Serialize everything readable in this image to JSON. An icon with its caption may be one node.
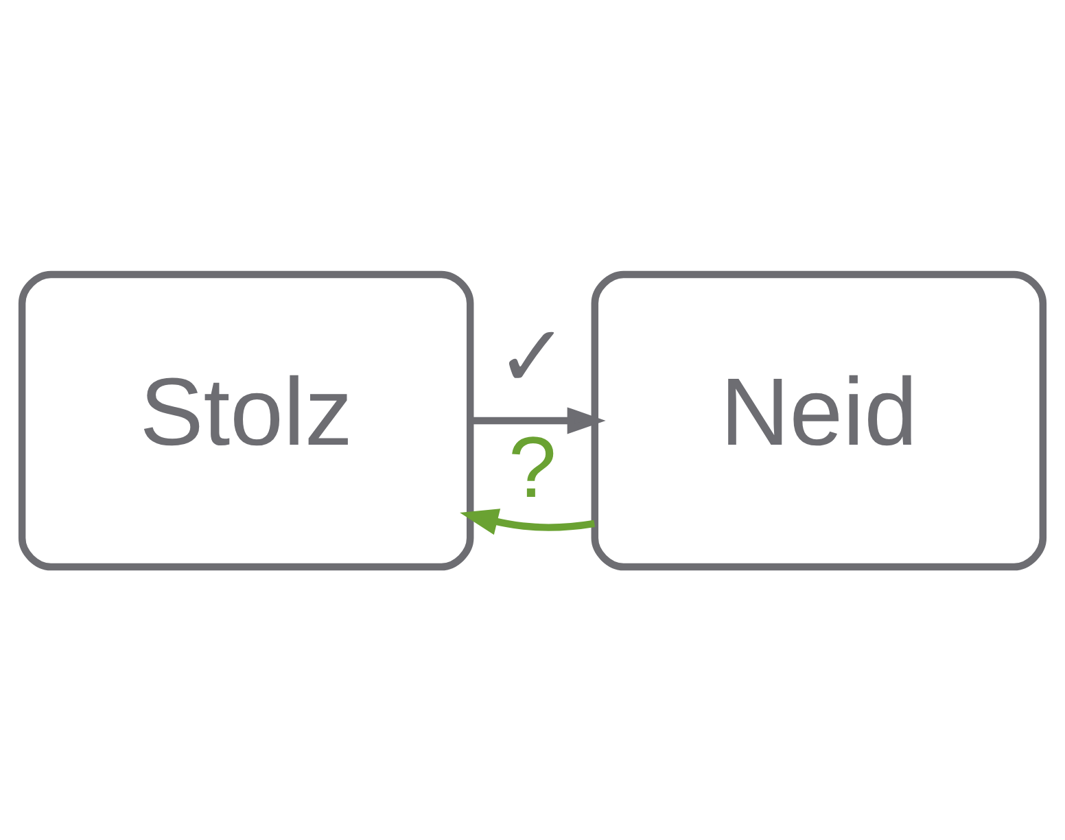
{
  "diagram": {
    "nodes": [
      {
        "text": [
          "Stolz"
        ]
      },
      {
        "text": [
          "Neid"
        ]
      }
    ],
    "edges": [
      {
        "from": 0,
        "to": 1,
        "arrow": "to",
        "label": "✓"
      },
      {
        "from": 1,
        "to": 0,
        "arrow": "to",
        "label": "?",
        "color": "#6aa232"
      }
    ]
  }
}
